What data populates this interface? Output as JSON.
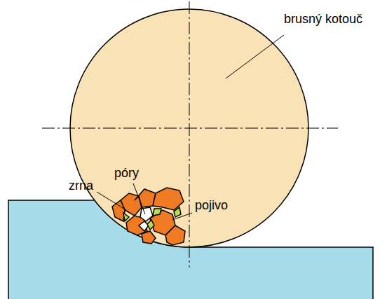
{
  "diagram": {
    "labels": [
      "brusný kotouč",
      "zrna",
      "póry",
      "pojivo"
    ]
  }
}
